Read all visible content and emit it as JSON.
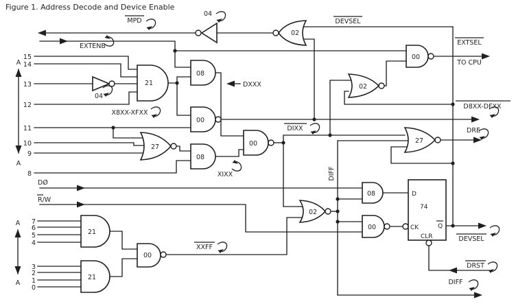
{
  "figure_title": "Figure 1. Address Decode and Device Enable",
  "labels": {
    "mpd": "MPD",
    "extenb": "EXTENB",
    "devsel_rail": "DEVSEL",
    "extsel": "EXTSEL",
    "to_cpu": "TO CPU",
    "dxxx": "DXXX",
    "x8xx_xfxx": "X8XX-XFXX",
    "xixx": "XIXX",
    "dixx": "DIXX",
    "diff_net": "DIFF",
    "diff_out": "DIFF",
    "d8xx_dfxx": "D8XX-DFXX",
    "dre": "DRE",
    "xxff": "XXFF",
    "d0": "DØ",
    "rw": "R/W",
    "devsel_out": "DEVSEL",
    "drst": "DRST",
    "bus": "A"
  },
  "gates": {
    "inv_top": "04",
    "nor_top": "02",
    "and_a15_12": "21",
    "inv_a13": "04",
    "and_dxxx": "08",
    "nand_d8xx": "00",
    "nor_x1xx": "27",
    "and_x1xx": "08",
    "nand_d1xx": "00",
    "nor_mid": "02",
    "nand_extsel": "00",
    "nor_dre": "27",
    "and_addr_hi": "21",
    "and_addr_lo": "21",
    "nand_xxff": "00",
    "nor_d1ff": "02",
    "and_d": "08",
    "nand_ck": "00"
  },
  "flipflop": {
    "part": "74",
    "d_pin": "D",
    "ck_pin": "CK",
    "q_pin": "Q",
    "clr_pin": "CLR"
  },
  "address_bits_high": [
    "15",
    "14",
    "13",
    "12",
    "11",
    "10",
    "9",
    "8"
  ],
  "address_bits_low": [
    "7",
    "6",
    "5",
    "4",
    "3",
    "2",
    "1",
    "0"
  ],
  "colors": {
    "ink": "#1f1f1f",
    "paper": "#ffffff"
  }
}
